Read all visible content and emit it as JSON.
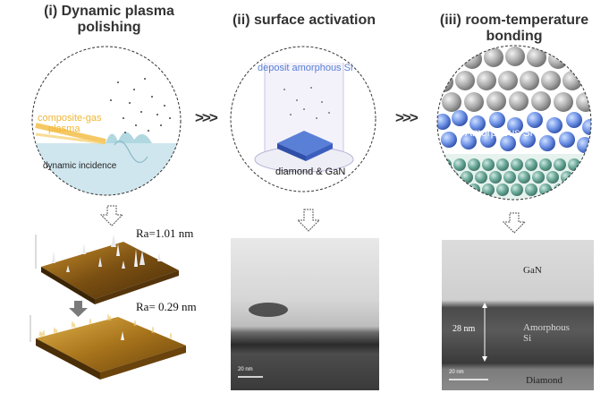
{
  "panel1": {
    "title_line1": "(i) Dynamic plasma",
    "title_line2": "polishing",
    "gas_label_line1": "composite-gas",
    "gas_label_line2": "plasma",
    "incidence_label": "dynamic incidence",
    "ra_before": "Ra=1.01 nm",
    "ra_after": "Ra= 0.29 nm"
  },
  "panel2": {
    "title": "(ii) surface activation",
    "deposit_label": "deposit amorphous Si",
    "substrate_label": "diamond & GaN",
    "scale_bar": "20 nm"
  },
  "panel3": {
    "title_line1": "(iii) room-temperature",
    "title_line2": "bonding",
    "layer_label": "Amorphous Si",
    "gan_label": "GaN",
    "amorphous_label_line1": "Amorphous",
    "amorphous_label_line2": "Si",
    "thickness_label": "28 nm",
    "diamond_label": "Diamond",
    "scale_bar": "20 nm"
  },
  "connectors": {
    "arrow_1_2": ">>>",
    "arrow_2_3": ">>>"
  },
  "colors": {
    "gas_label": "#f2b632",
    "amorphous_si": "#5a7fd6",
    "gan_atoms": "#9e9e9e",
    "diamond_atoms": "#5f9e8f"
  }
}
